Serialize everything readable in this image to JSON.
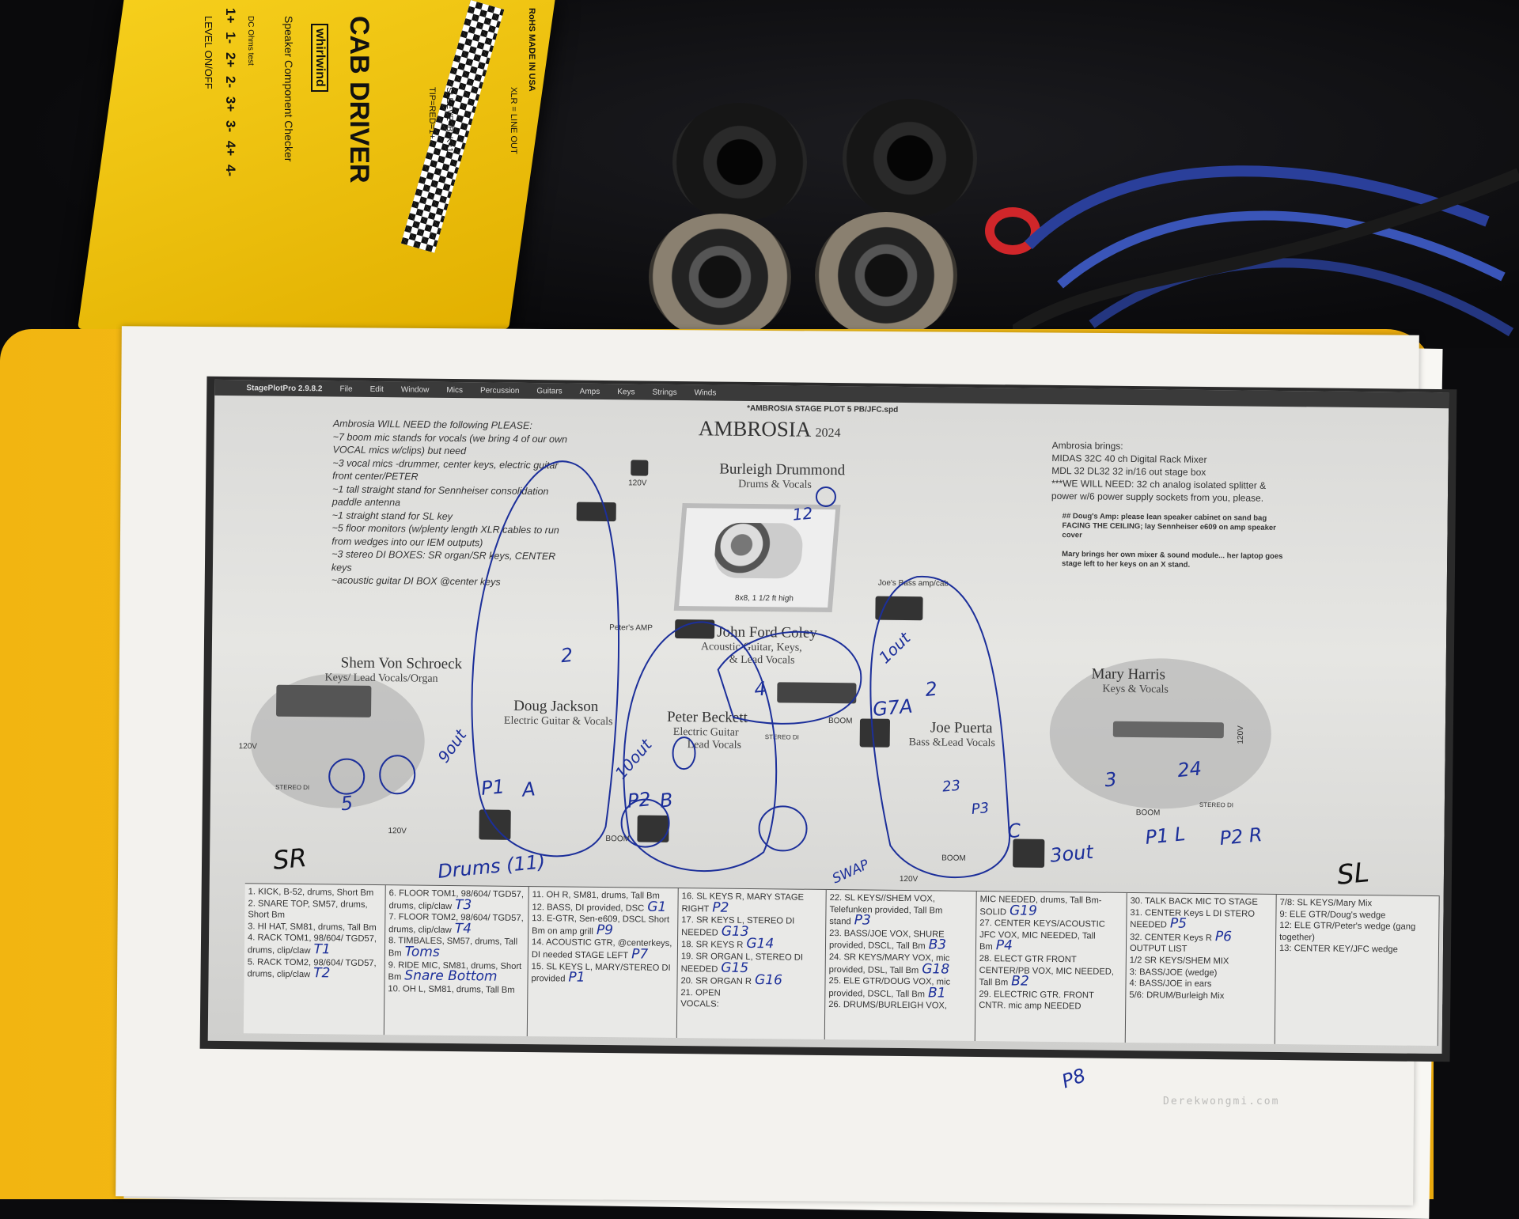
{
  "cab_driver": {
    "title": "CAB DRIVER",
    "brand": "whirlwind",
    "subtitle": "Speaker Component Checker",
    "terminals": "1+ 1-   2+ 2-   3+ 3-   4+ 4-",
    "ohms": "DC Ohms test",
    "tip": "TIP=RED=1+",
    "sleeve": "SLEEVE=BLK=1-",
    "xlr": "XLR = LINE OUT",
    "rohs": "RoHS MADE IN USA",
    "level": "LEVEL ON/OFF"
  },
  "app": {
    "name": "StagePlotPro 2.9.8.2",
    "menus": [
      "File",
      "Edit",
      "Window",
      "Mics",
      "Percussion",
      "Guitars",
      "Amps",
      "Keys",
      "Strings",
      "Winds"
    ],
    "file_title": "*AMBROSIA STAGE PLOT 5 PB/JFC.spd"
  },
  "plot": {
    "title": "AMBROSIA",
    "year": "2024",
    "needs": [
      "Ambrosia WILL NEED the following PLEASE:",
      "~7 boom mic stands for vocals (we bring 4 of our own VOCAL mics w/clips) but need",
      "~3 vocal mics -drummer, center keys, electric guitar front center/PETER",
      "~1 tall straight stand for Sennheiser consolidation paddle antenna",
      "~1 straight stand for SL key",
      "~5 floor monitors (w/plenty length XLR cables to run from wedges into our IEM outputs)",
      "~3 stereo DI BOXES: SR organ/SR keys, CENTER keys",
      "~acoustic guitar DI BOX @center keys"
    ],
    "brings": [
      "Ambrosia brings:",
      "MIDAS 32C 40 ch Digital Rack Mixer",
      "MDL 32 DL32 32 in/16 out stage box",
      "***WE WILL NEED: 32 ch analog isolated splitter & power w/6 power supply sockets from you, please."
    ],
    "doug_note": "## Doug's Amp: please lean speaker cabinet on sand bag FACING THE CEILING; lay Sennheiser e609 on amp speaker cover",
    "mary_note": "Mary brings her own mixer & sound module... her laptop goes stage left to her keys on an X stand.",
    "musicians": [
      {
        "name": "Burleigh Drummond",
        "role": "Drums & Vocals"
      },
      {
        "name": "John Ford Coley",
        "role": "Acoustic Guitar, Keys,",
        "role2": "& Lead Vocals"
      },
      {
        "name": "Shem Von Schroeck",
        "role": "Keys/ Lead Vocals/Organ"
      },
      {
        "name": "Doug Jackson",
        "role": "Electric Guitar & Vocals"
      },
      {
        "name": "Peter Beckett",
        "role": "Electric Guitar",
        "role2": "Lead Vocals"
      },
      {
        "name": "Joe Puerta",
        "role": "Bass &Lead Vocals"
      },
      {
        "name": "Mary Harris",
        "role": "Keys & Vocals"
      }
    ],
    "labels": {
      "riser": "8x8, 1 1/2 ft high",
      "bass_amp": "Joe's Bass amp/cab",
      "peters_amp": "Peter's AMP",
      "v120": "120V",
      "boom": "BOOM",
      "stereo_di": "STEREO DI"
    }
  },
  "handwriting": {
    "sr": "SR",
    "sl": "SL",
    "drums": "Drums (11)",
    "swap": "SWAP",
    "h12": "12",
    "h2a": "2",
    "h9out": "9out",
    "p1": "P1",
    "a": "A",
    "h5": "5",
    "h10out": "10out",
    "p2": "P2",
    "b": "B",
    "h1out": "1out",
    "h4": "4",
    "g7a": "G7A",
    "h2b": "2",
    "h23": "23",
    "p3": "P3",
    "c": "C",
    "h3out": "3out",
    "h3": "3",
    "h24": "24",
    "p1l": "P1 L",
    "p2r": "P2 R",
    "p8": "P8"
  },
  "input_table": [
    [
      {
        "t": "1. KICK, B-52, drums, Short Bm"
      },
      {
        "t": "2. SNARE TOP, SM57, drums, Short Bm"
      },
      {
        "t": "3. HI HAT, SM81, drums, Tall Bm"
      },
      {
        "t": "4. RACK TOM1, 98/604/ TGD57, drums, clip/claw",
        "n": "T1"
      },
      {
        "t": "5. RACK TOM2, 98/604/ TGD57, drums, clip/claw",
        "n": "T2"
      }
    ],
    [
      {
        "t": "6. FLOOR TOM1, 98/604/ TGD57, drums, clip/claw",
        "n": "T3"
      },
      {
        "t": "7. FLOOR TOM2, 98/604/ TGD57, drums, clip/claw",
        "n": "T4"
      },
      {
        "t": "8. TIMBALES, SM57, drums, Tall Bm",
        "n": "Toms"
      },
      {
        "t": "9. RIDE MIC, SM81, drums, Short Bm",
        "n": "Snare Bottom"
      },
      {
        "t": "10. OH L, SM81, drums, Tall Bm"
      }
    ],
    [
      {
        "t": "11. OH R, SM81, drums, Tall Bm"
      },
      {
        "t": "12. BASS, DI provided, DSC",
        "n": "G1"
      },
      {
        "t": "13. E-GTR, Sen-e609, DSCL Short Bm on amp grill",
        "n": "P9"
      },
      {
        "t": "14. ACOUSTIC GTR, @centerkeys, DI needed STAGE LEFT",
        "n": "P7"
      },
      {
        "t": "15. SL KEYS L, MARY/STEREO DI provided",
        "n": "P1"
      }
    ],
    [
      {
        "t": "16. SL KEYS R, MARY STAGE RIGHT",
        "n": "P2"
      },
      {
        "t": "17. SR KEYS L, STEREO DI NEEDED",
        "n": "G13"
      },
      {
        "t": "18. SR KEYS R",
        "n": "G14"
      },
      {
        "t": "19. SR ORGAN L, STEREO DI NEEDED",
        "n": "G15"
      },
      {
        "t": "20. SR ORGAN R",
        "n": "G16"
      },
      {
        "t": "21. OPEN"
      },
      {
        "t": "VOCALS:"
      }
    ],
    [
      {
        "t": "22. SL KEYS//SHEM VOX, Telefunken provided, Tall Bm stand",
        "n": "P3"
      },
      {
        "t": "23. BASS/JOE VOX, SHURE provided, DSCL, Tall Bm",
        "n": "B3"
      },
      {
        "t": "24. SR KEYS/MARY VOX, mic provided, DSL, Tall Bm",
        "n": "G18"
      },
      {
        "t": "25. ELE GTR/DOUG VOX, mic provided, DSCL, Tall Bm",
        "n": "B1"
      },
      {
        "t": "26. DRUMS/BURLEIGH VOX,"
      }
    ],
    [
      {
        "t": "MIC NEEDED, drums, Tall Bm-SOLID",
        "n": "G19"
      },
      {
        "t": "27. CENTER KEYS/ACOUSTIC JFC VOX, MIC NEEDED, Tall Bm",
        "n": "P4"
      },
      {
        "t": "28. ELECT GTR FRONT CENTER/PB VOX, MIC NEEDED, Tall Bm",
        "n": "B2"
      },
      {
        "t": "29. ELECTRIC GTR. FRONT CNTR. mic amp NEEDED"
      }
    ],
    [
      {
        "t": "30. TALK BACK MIC TO STAGE"
      },
      {
        "t": "31. CENTER Keys L DI STERO NEEDED",
        "n": "P5"
      },
      {
        "t": "32. CENTER Keys R",
        "n": "P6"
      },
      {
        "t": "OUTPUT LIST"
      },
      {
        "t": "1/2 SR KEYS/SHEM MIX"
      },
      {
        "t": "3: BASS/JOE (wedge)"
      },
      {
        "t": "4: BASS/JOE in ears"
      },
      {
        "t": "5/6: DRUM/Burleigh Mix"
      }
    ],
    [
      {
        "t": "7/8: SL KEYS/Mary Mix"
      },
      {
        "t": "9: ELE GTR/Doug's wedge"
      },
      {
        "t": "12: ELE GTR/Peter's wedge (gang together)"
      },
      {
        "t": "13: CENTER KEY/JFC wedge"
      }
    ]
  ],
  "watermark": "Derekwongmi.com",
  "colors": {
    "ink": "#1c2f9a",
    "clipboard": "#f2b511",
    "cab_yellow": "#f6cf1c"
  }
}
